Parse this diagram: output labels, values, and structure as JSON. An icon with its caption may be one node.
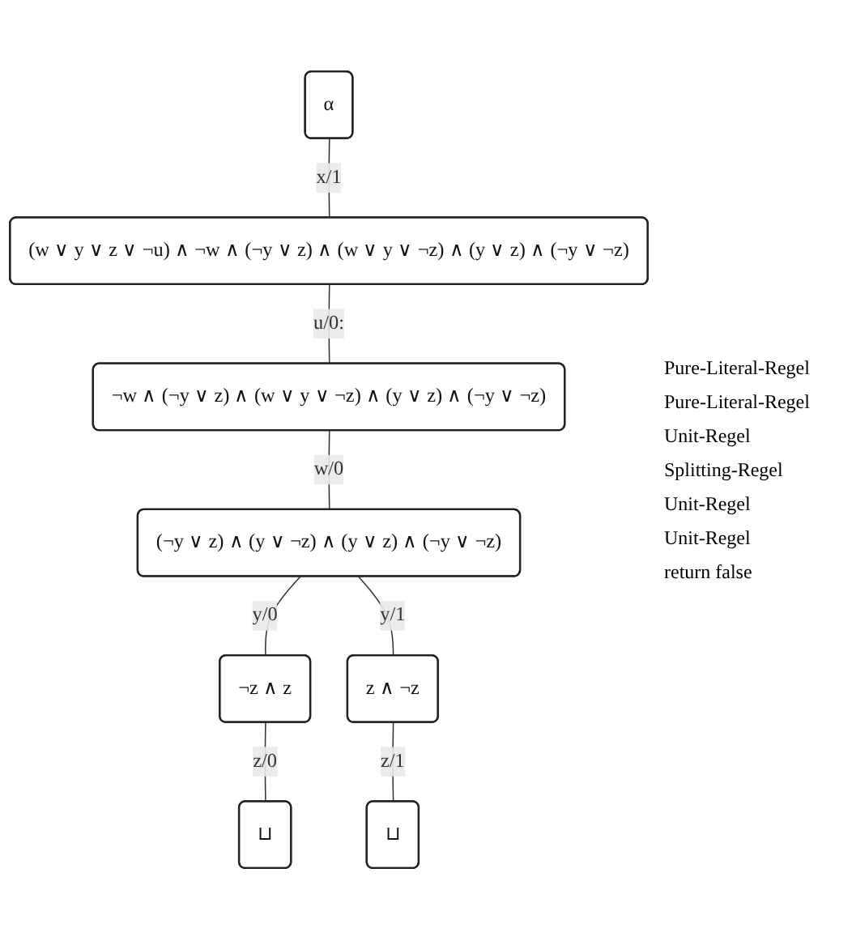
{
  "diagram": {
    "nodes": [
      {
        "text": [
          "α"
        ]
      },
      {
        "text": [
          "(w ∨ y ∨ z ∨ ¬u) ∧ ¬w ∧ (¬y ∨ z) ∧ (w ∨ y ∨ ¬z) ∧ (y ∨ z) ∧ (¬y ∨ ¬z)"
        ]
      },
      {
        "text": [
          "¬w ∧ (¬y ∨ z) ∧ (w ∨ y ∨ ¬z) ∧ (y ∨ z) ∧ (¬y ∨ ¬z)"
        ]
      },
      {
        "text": [
          "(¬y ∨ z) ∧ (y ∨ ¬z) ∧ (y ∨ z) ∧ (¬y ∨ ¬z)"
        ]
      },
      {
        "text": [
          "¬z ∧ z"
        ]
      },
      {
        "text": [
          "z ∧ ¬z"
        ]
      },
      {
        "text": [
          "⊔"
        ]
      },
      {
        "text": [
          "⊔"
        ]
      }
    ],
    "edges": [
      {
        "from": 0,
        "to": 1,
        "arrow": "none",
        "label": "x/1"
      },
      {
        "from": 1,
        "to": 2,
        "arrow": "none",
        "label": "u/0:"
      },
      {
        "from": 2,
        "to": 3,
        "arrow": "none",
        "label": "w/0"
      },
      {
        "from": 3,
        "to": 4,
        "arrow": "none",
        "label": "y/0"
      },
      {
        "from": 3,
        "to": 5,
        "arrow": "none",
        "label": "y/1"
      },
      {
        "from": 4,
        "to": 6,
        "arrow": "none",
        "label": "z/0"
      },
      {
        "from": 5,
        "to": 7,
        "arrow": "none",
        "label": "z/1"
      }
    ],
    "labels": [
      "Pure-Literal-Regel",
      "Pure-Literal-Regel",
      "Unit-Regel",
      "Splitting-Regel",
      "Unit-Regel",
      "Unit-Regel",
      "return false"
    ]
  }
}
